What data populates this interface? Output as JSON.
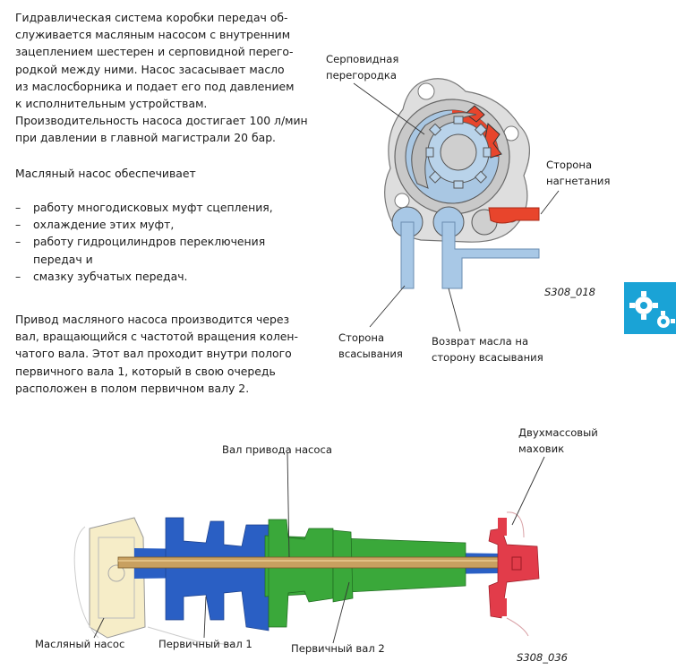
{
  "intro": {
    "lines": [
      "Гидравлическая система коробки передач об-",
      "служивается масляным насосом с внутренним",
      "зацеплением шестерен и серповидной перего-",
      "родкой между ними. Насос засасывает масло",
      "из маслосборника и подает его под давлением",
      "к исполнительным устройствам.",
      "Производительность насоса достигает 100 л/мин",
      "при давлении в главной магистрали 20 бар."
    ]
  },
  "provides": {
    "heading": "Масляный насос обеспечивает",
    "dash": "–",
    "items": [
      "работу многодисковых муфт сцепления,",
      "охлаждение этих муфт,",
      "работу гидроцилиндров переключения передач и",
      "смазку зубчатых передач."
    ]
  },
  "drive": {
    "lines": [
      "Привод масляного насоса производится через",
      "вал, вращающийся с частотой вращения колен-",
      "чатого вала. Этот вал проходит внутри полого",
      "первичного вала 1, который в свою очередь",
      "расположен в полом первичном валу 2."
    ]
  },
  "figure_pump": {
    "label_crescent": "Серповидная перегородка",
    "label_pressure": "Сторона нагнетания",
    "label_suction": "Сторона всасывания",
    "label_return": "Возврат масла на сторону всасывания",
    "code": "S308_018",
    "colors": {
      "suction": "#a8c8e6",
      "pressure": "#e8452c",
      "housing": "#dcdcdc"
    }
  },
  "figure_shaft": {
    "label_drive_shaft": "Вал привода насоса",
    "label_flywheel": "Двухмассовый маховик",
    "label_pump": "Масляный насос",
    "label_shaft1": "Первичный вал 1",
    "label_shaft2": "Первичный вал 2",
    "code": "S308_036",
    "colors": {
      "shaft1": "#2a5fc4",
      "shaft2": "#3aa83a",
      "flywheel": "#e23c4a",
      "drive": "#c8a060",
      "pump": "#f6edc8"
    }
  },
  "section_tab": {
    "icon": "gear-icon",
    "color": "#1aa3d6"
  }
}
